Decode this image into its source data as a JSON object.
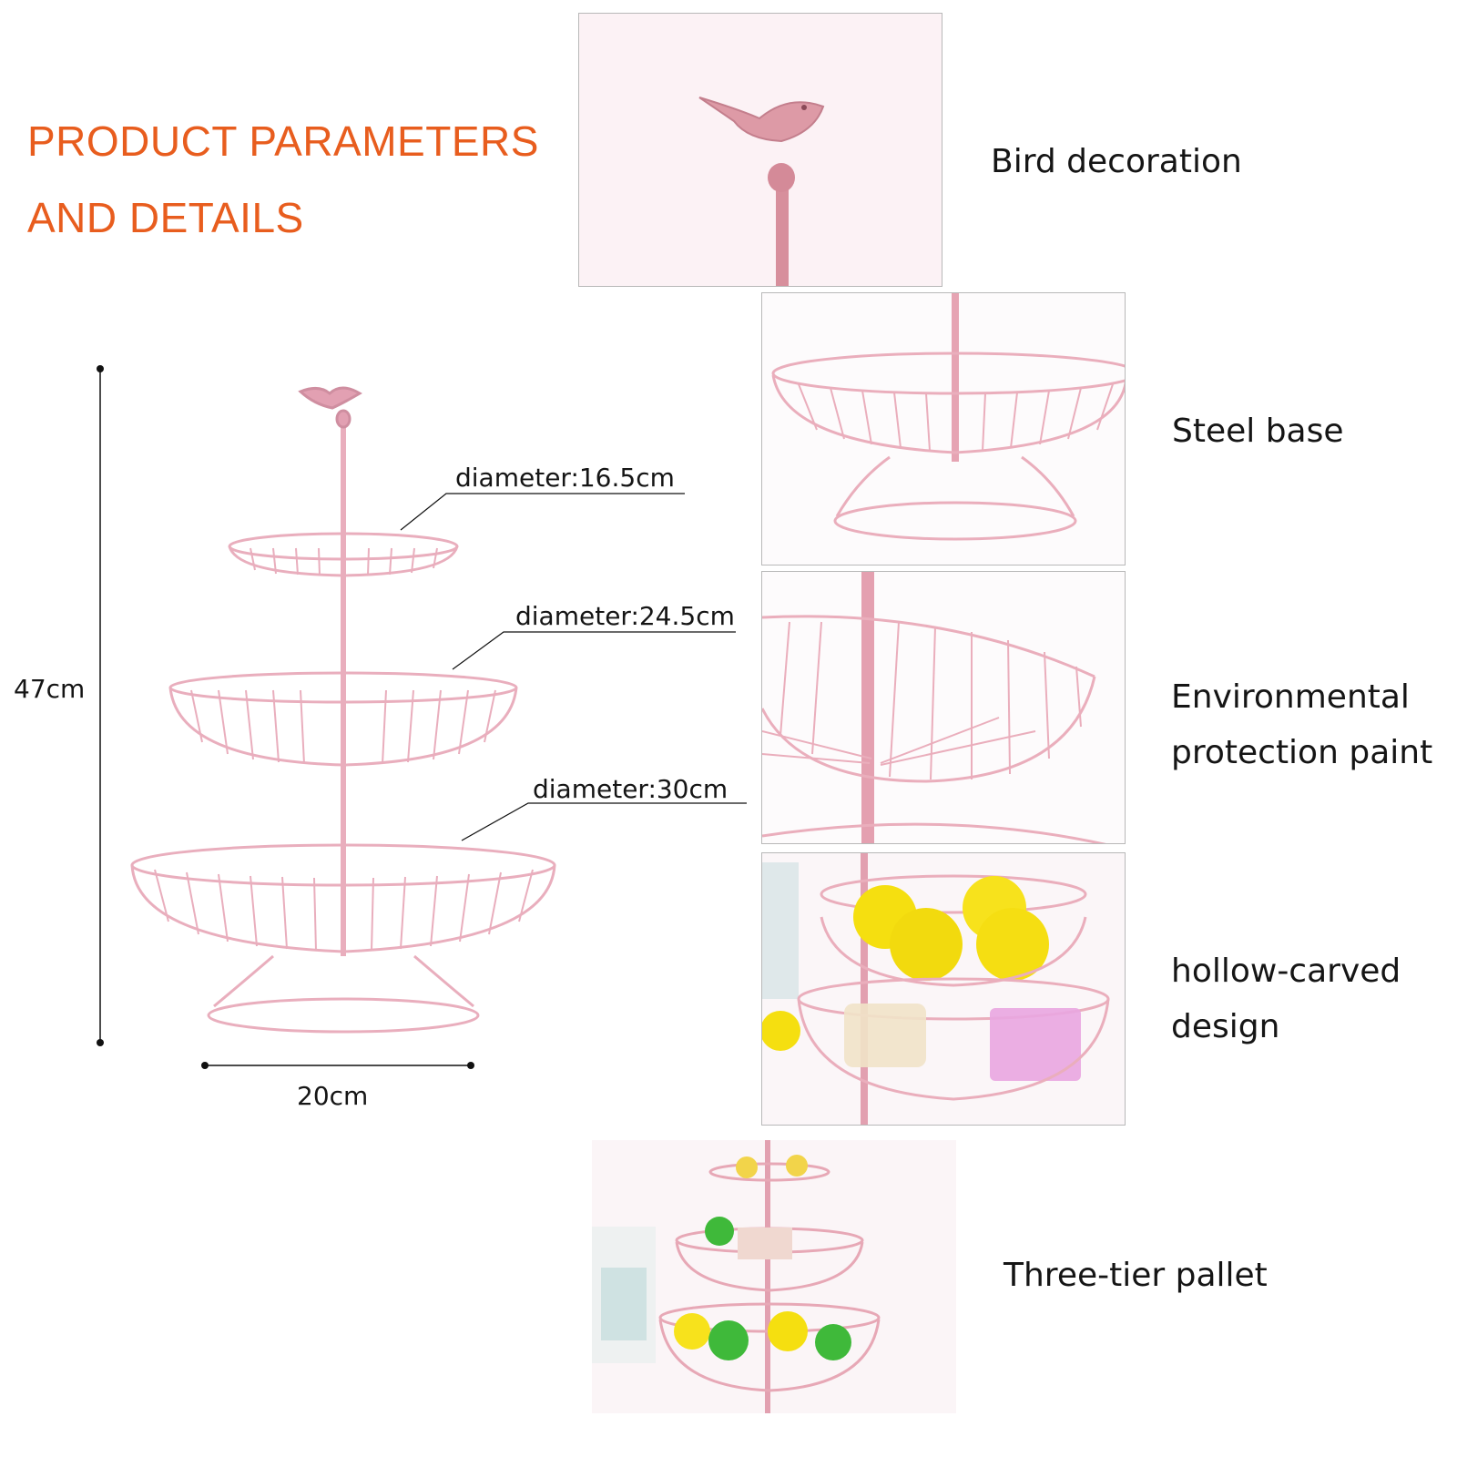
{
  "header": {
    "title_line1": "PRODUCT PARAMETERS",
    "title_line2": "AND DETAILS",
    "title_color": "#e85d1e"
  },
  "dimensions": {
    "height": "47cm",
    "width": "20cm",
    "tier_top": "diameter:16.5cm",
    "tier_middle": "diameter:24.5cm",
    "tier_bottom": "diameter:30cm"
  },
  "details": [
    {
      "label": "Bird decoration",
      "icon": "bird-decoration-photo"
    },
    {
      "label": "Steel base",
      "icon": "steel-base-photo"
    },
    {
      "label_line1": "Environmental",
      "label_line2": "protection paint",
      "icon": "basket-paint-photo"
    },
    {
      "label_line1": "hollow-carved",
      "label_line2": "design",
      "icon": "fruit-basket-photo"
    },
    {
      "label": "Three-tier pallet",
      "icon": "three-tier-stand-photo"
    }
  ],
  "colors": {
    "wire": "#e9aebd",
    "wire_dark": "#d48a9c",
    "lemon": "#f7e21c",
    "lime": "#3fb93a"
  }
}
